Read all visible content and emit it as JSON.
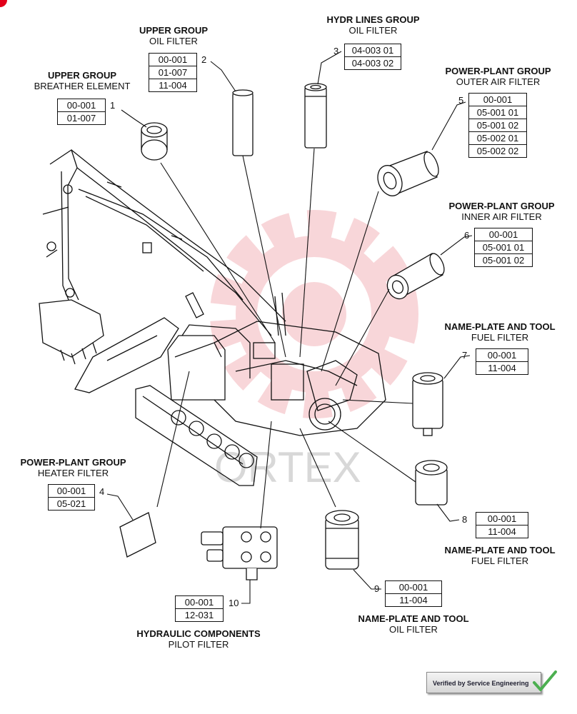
{
  "parts": [
    {
      "num": "1",
      "group": "UPPER GROUP",
      "sub": "BREATHER ELEMENT",
      "codes": [
        "00-001",
        "01-007"
      ]
    },
    {
      "num": "2",
      "group": "UPPER GROUP",
      "sub": "OIL FILTER",
      "codes": [
        "00-001",
        "01-007",
        "11-004"
      ]
    },
    {
      "num": "3",
      "group": "HYDR LINES GROUP",
      "sub": "OIL FILTER",
      "codes": [
        "04-003 01",
        "04-003 02"
      ]
    },
    {
      "num": "4",
      "group": "POWER-PLANT GROUP",
      "sub": "HEATER FILTER",
      "codes": [
        "00-001",
        "05-021"
      ]
    },
    {
      "num": "5",
      "group": "POWER-PLANT GROUP",
      "sub": "OUTER AIR FILTER",
      "codes": [
        "00-001",
        "05-001 01",
        "05-001 02",
        "05-002 01",
        "05-002 02"
      ]
    },
    {
      "num": "6",
      "group": "POWER-PLANT GROUP",
      "sub": "INNER AIR FILTER",
      "codes": [
        "00-001",
        "05-001 01",
        "05-001 02"
      ]
    },
    {
      "num": "7",
      "group": "NAME-PLATE AND TOOL",
      "sub": "FUEL FILTER",
      "codes": [
        "00-001",
        "11-004"
      ]
    },
    {
      "num": "8",
      "group": "NAME-PLATE AND TOOL",
      "sub": "FUEL FILTER",
      "codes": [
        "00-001",
        "11-004"
      ]
    },
    {
      "num": "9",
      "group": "NAME-PLATE AND TOOL",
      "sub": "OIL FILTER",
      "codes": [
        "00-001",
        "11-004"
      ]
    },
    {
      "num": "10",
      "group": "HYDRAULIC COMPONENTS",
      "sub": "PILOT FILTER",
      "codes": [
        "00-001",
        "12-031"
      ]
    }
  ],
  "badge": {
    "text": "Verified by Service Engineering"
  },
  "watermark": {
    "text": "ORTEX",
    "color": "#e8707a"
  },
  "colors": {
    "line": "#111111",
    "accent": "#e2001a"
  }
}
